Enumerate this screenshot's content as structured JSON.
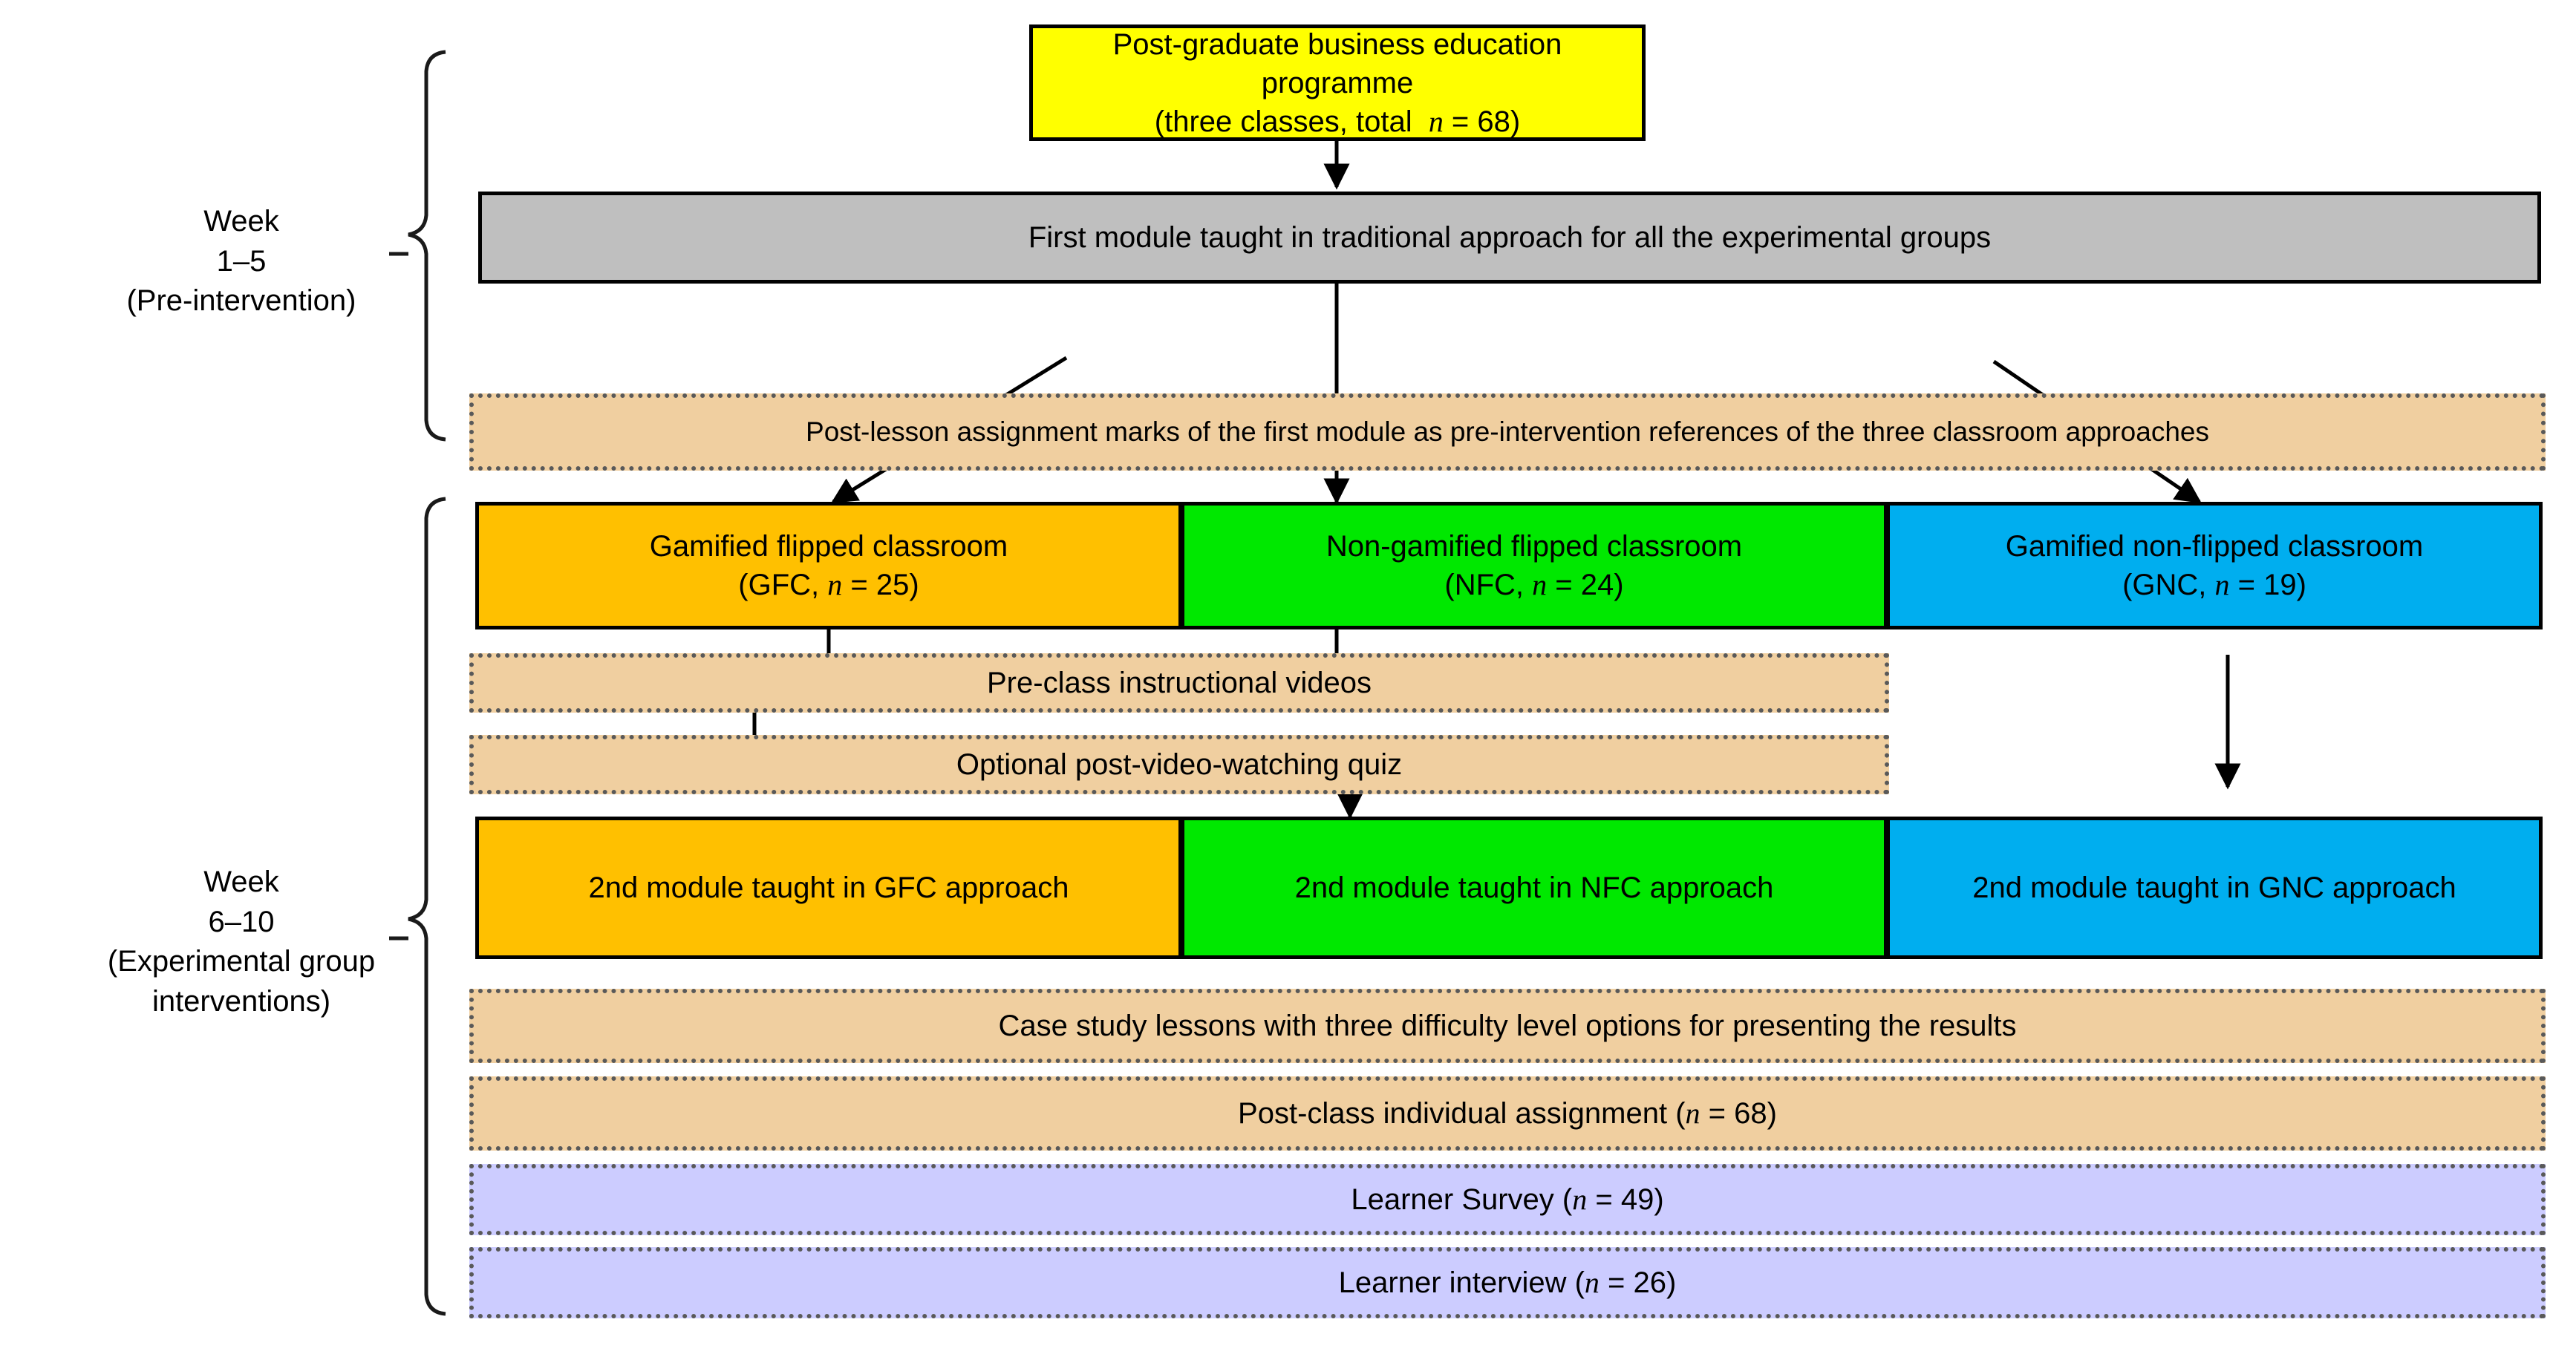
{
  "figure": {
    "type": "flowchart",
    "title": "Quasi-experimental study design timeline"
  },
  "weeks": [
    {
      "id": "week-1-5",
      "label": "Week\n1–5\n(Pre-intervention)"
    },
    {
      "id": "week-6-10",
      "label": "Week\n6–10\n(Experimental group\ninterventions)"
    }
  ],
  "nodes": {
    "programme": {
      "line1": "Post-graduate business education programme",
      "line2": "(three classes, total  n = 68)",
      "color": "#FFFF00"
    },
    "first_module": {
      "line1": "First module taught in traditional approach for all the experimental groups",
      "color": "#BFBFBF"
    },
    "pre_intervention_marks": {
      "line1": "Post-lesson assignment marks of the first module as pre-intervention references of the three classroom approaches",
      "color": "#F0CFA0"
    },
    "group_gfc": {
      "line1": "Gamified flipped classroom",
      "line2": "(GFC, n = 25)",
      "color": "#FFC000"
    },
    "group_nfc": {
      "line1": "Non-gamified flipped classroom",
      "line2": "(NFC, n = 24)",
      "color": "#00E800"
    },
    "group_gnc": {
      "line1": "Gamified non-flipped classroom",
      "line2": "(GNC, n = 19)",
      "color": "#00AEEF"
    },
    "pre_class_videos": {
      "line1": "Pre-class instructional videos",
      "color": "#F0CFA0"
    },
    "optional_quiz": {
      "line1": "Optional post-video-watching quiz",
      "color": "#F0CFA0"
    },
    "module2_gfc": {
      "line1": "2nd module taught in GFC approach",
      "color": "#FFC000"
    },
    "module2_nfc": {
      "line1": "2nd module taught in NFC approach",
      "color": "#00E800"
    },
    "module2_gnc": {
      "line1": "2nd module taught in GNC approach",
      "color": "#00AEEF"
    },
    "case_study": {
      "line1": "Case study lessons with three difficulty level options for presenting the results",
      "color": "#F0CFA0"
    },
    "post_class_assignment": {
      "line1": "Post-class individual assignment (n = 68)",
      "color": "#F0CFA0"
    },
    "learner_survey": {
      "line1": "Learner Survey (n = 49)",
      "color": "#CCCCFF"
    },
    "learner_interview": {
      "line1": "Learner interview (n = 26)",
      "color": "#CCCCFF"
    }
  },
  "counts": {
    "total": 68,
    "gfc": 25,
    "nfc": 24,
    "gnc": 19,
    "post_class_assignment": 68,
    "survey": 49,
    "interview": 26
  },
  "colors": {
    "yellow": "#FFFF00",
    "grey": "#BFBFBF",
    "tan": "#F0CFA0",
    "orange": "#FFC000",
    "green": "#00E800",
    "blue": "#00AEEF",
    "lavender": "#CCCCFF",
    "outline": "#000000",
    "dotted_outline": "#595959"
  }
}
